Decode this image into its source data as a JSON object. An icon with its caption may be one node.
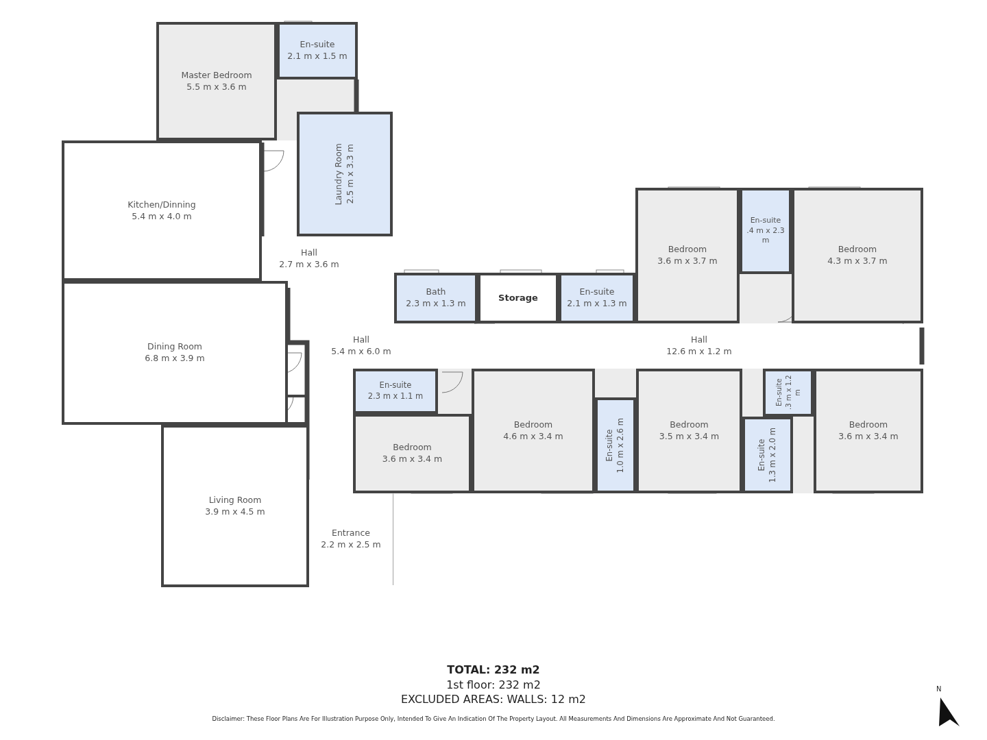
{
  "diagram": {
    "nodes": [
      {
        "text": [
          "Master Bedroom",
          "5.5 m x 3.6 m"
        ]
      },
      {
        "text": [
          "En-suite",
          "2.1 m x 1.5 m"
        ]
      },
      {
        "text": [
          "Kitchen/Dinning",
          "5.4 m x 4.0 m"
        ]
      },
      {
        "text": [
          "Laundry Room",
          "2.5 m x 3.3 m"
        ]
      },
      {
        "text": [
          "Hall",
          "2.7 m x 3.6 m"
        ]
      },
      {
        "text": [
          "Bath",
          "2.3 m x 1.3 m"
        ]
      },
      {
        "text": [
          "Storage"
        ]
      },
      {
        "text": [
          "En-suite",
          "2.1 m x 1.3 m"
        ]
      },
      {
        "text": [
          "Bedroom",
          "3.6 m x 3.7 m"
        ]
      },
      {
        "text": [
          "En-suite",
          ".4 m x 2.3 m"
        ]
      },
      {
        "text": [
          "Bedroom",
          "4.3 m x 3.7 m"
        ]
      },
      {
        "text": [
          "Hall",
          "5.4 m x 6.0 m"
        ]
      },
      {
        "text": [
          "Hall",
          "12.6 m x 1.2 m"
        ]
      },
      {
        "text": [
          "Dining Room",
          "6.8 m x 3.9 m"
        ]
      },
      {
        "text": [
          "En-suite",
          "2.3 m x 1.1 m"
        ]
      },
      {
        "text": [
          "Bedroom",
          "3.6 m x 3.4 m"
        ]
      },
      {
        "text": [
          "Bedroom",
          "4.6 m x 3.4 m"
        ]
      },
      {
        "text": [
          "En-suite",
          "1.0 m x 2.6 m"
        ]
      },
      {
        "text": [
          "Bedroom",
          "3.5 m x 3.4 m"
        ]
      },
      {
        "text": [
          "En-suite",
          ".3 m x 1.2 m"
        ]
      },
      {
        "text": [
          "En-suite",
          "1.3 m x 2.0 m"
        ]
      },
      {
        "text": [
          "Bedroom",
          "3.6 m x 3.4 m"
        ]
      },
      {
        "text": [
          "Living Room",
          "3.9 m x 4.5 m"
        ]
      },
      {
        "text": [
          "Entrance",
          "2.2 m x 2.5 m"
        ]
      }
    ],
    "labels": [
      "TOTAL: 232 m2",
      "1st floor: 232 m2",
      "EXCLUDED AREAS: WALLS: 12 m2",
      "Disclaimer: These Floor Plans Are For Illustration Purpose Only, Intended To Give An Indication Of The Property Layout. All Measurements And Dimensions Are Approximate And Not Guaranteed.",
      "N"
    ]
  }
}
